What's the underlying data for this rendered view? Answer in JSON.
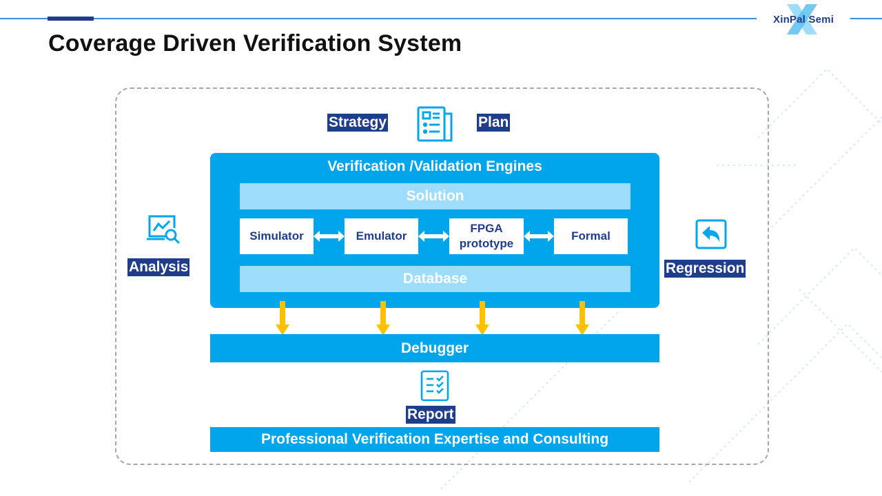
{
  "slide": {
    "title": "Coverage Driven Verification System",
    "logo_text": "XinPal Semi"
  },
  "diagram": {
    "top_labels": {
      "strategy": "Strategy",
      "plan": "Plan"
    },
    "engines": {
      "title": "Verification /Validation Engines",
      "solution": "Solution",
      "database": "Database",
      "items": [
        "Simulator",
        "Emulator",
        "FPGA prototype",
        "Formal"
      ]
    },
    "side_labels": {
      "analysis": "Analysis",
      "regression": "Regression"
    },
    "debugger": "Debugger",
    "report": "Report",
    "consulting": "Professional Verification Expertise and Consulting"
  },
  "colors": {
    "primary_blue": "#00a5ec",
    "light_blue": "#9ddcfb",
    "navy": "#1f3d8a",
    "arrow_yellow": "#ffc000",
    "frame_dash": "#a6a6a6"
  },
  "icons": {
    "plan": "document-plan-icon",
    "analysis": "chart-magnifier-icon",
    "regression": "return-arrow-icon",
    "report": "checklist-icon"
  }
}
